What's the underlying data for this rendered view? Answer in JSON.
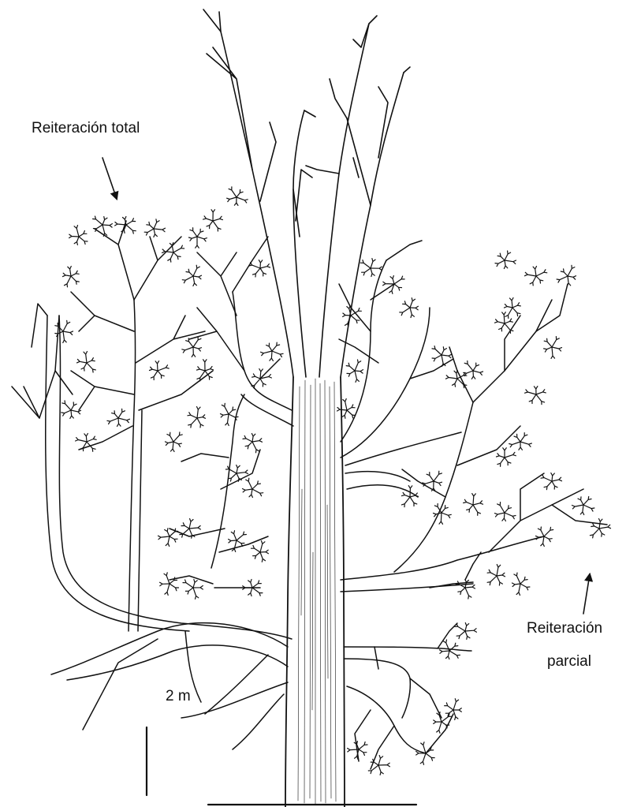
{
  "labels": {
    "total": "Reiteración total",
    "partial_line1": "Reiteración",
    "partial_line2": "parcial",
    "scale": "2 m"
  },
  "colors": {
    "ink": "#111111",
    "background": "#ffffff"
  }
}
